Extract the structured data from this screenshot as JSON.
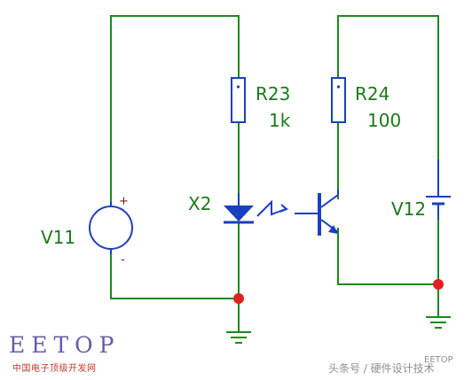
{
  "colors": {
    "wire": "#1a8a1a",
    "component": "#1a3fbf",
    "node": "#e02020",
    "label": "#1a7a1a",
    "brand": "#6a5aa6",
    "brand_sub": "#c0392b",
    "watermark": "#8f8f8f"
  },
  "components": {
    "v11": {
      "name": "V11",
      "plus": "+",
      "minus": "-"
    },
    "r23": {
      "name": "R23",
      "value": "1k"
    },
    "r24": {
      "name": "R24",
      "value": "100"
    },
    "x2": {
      "name": "X2"
    },
    "v12": {
      "name": "V12"
    }
  },
  "branding": {
    "logo": "EETOP",
    "subtitle": "中国电子顶级开发网"
  },
  "watermark": {
    "text": "头条号 / 硬件设计技术",
    "tag": "EETOP"
  }
}
